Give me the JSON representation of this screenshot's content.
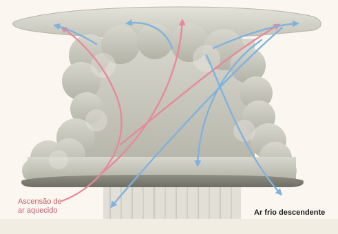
{
  "labels": {
    "rising_warm_air": "Ascensão de\nar aquecido",
    "sinking_cold_air": "Ar frio descendente"
  },
  "colors": {
    "warm_arrow": "#e58a9a",
    "cold_arrow": "#7fb2de",
    "cloud_fill": "#c9c8bd",
    "cloud_shadow": "#9d9c90",
    "rain": "#b9b6ab",
    "background": "#fbf7f0"
  },
  "arrows": {
    "warm": [
      "updraft-left",
      "updraft-center",
      "updraft-right"
    ],
    "cold": [
      "anvil-top-left",
      "anvil-top-center",
      "anvil-top-right",
      "downdraft-center",
      "downdraft-right",
      "downdraft-left"
    ]
  }
}
